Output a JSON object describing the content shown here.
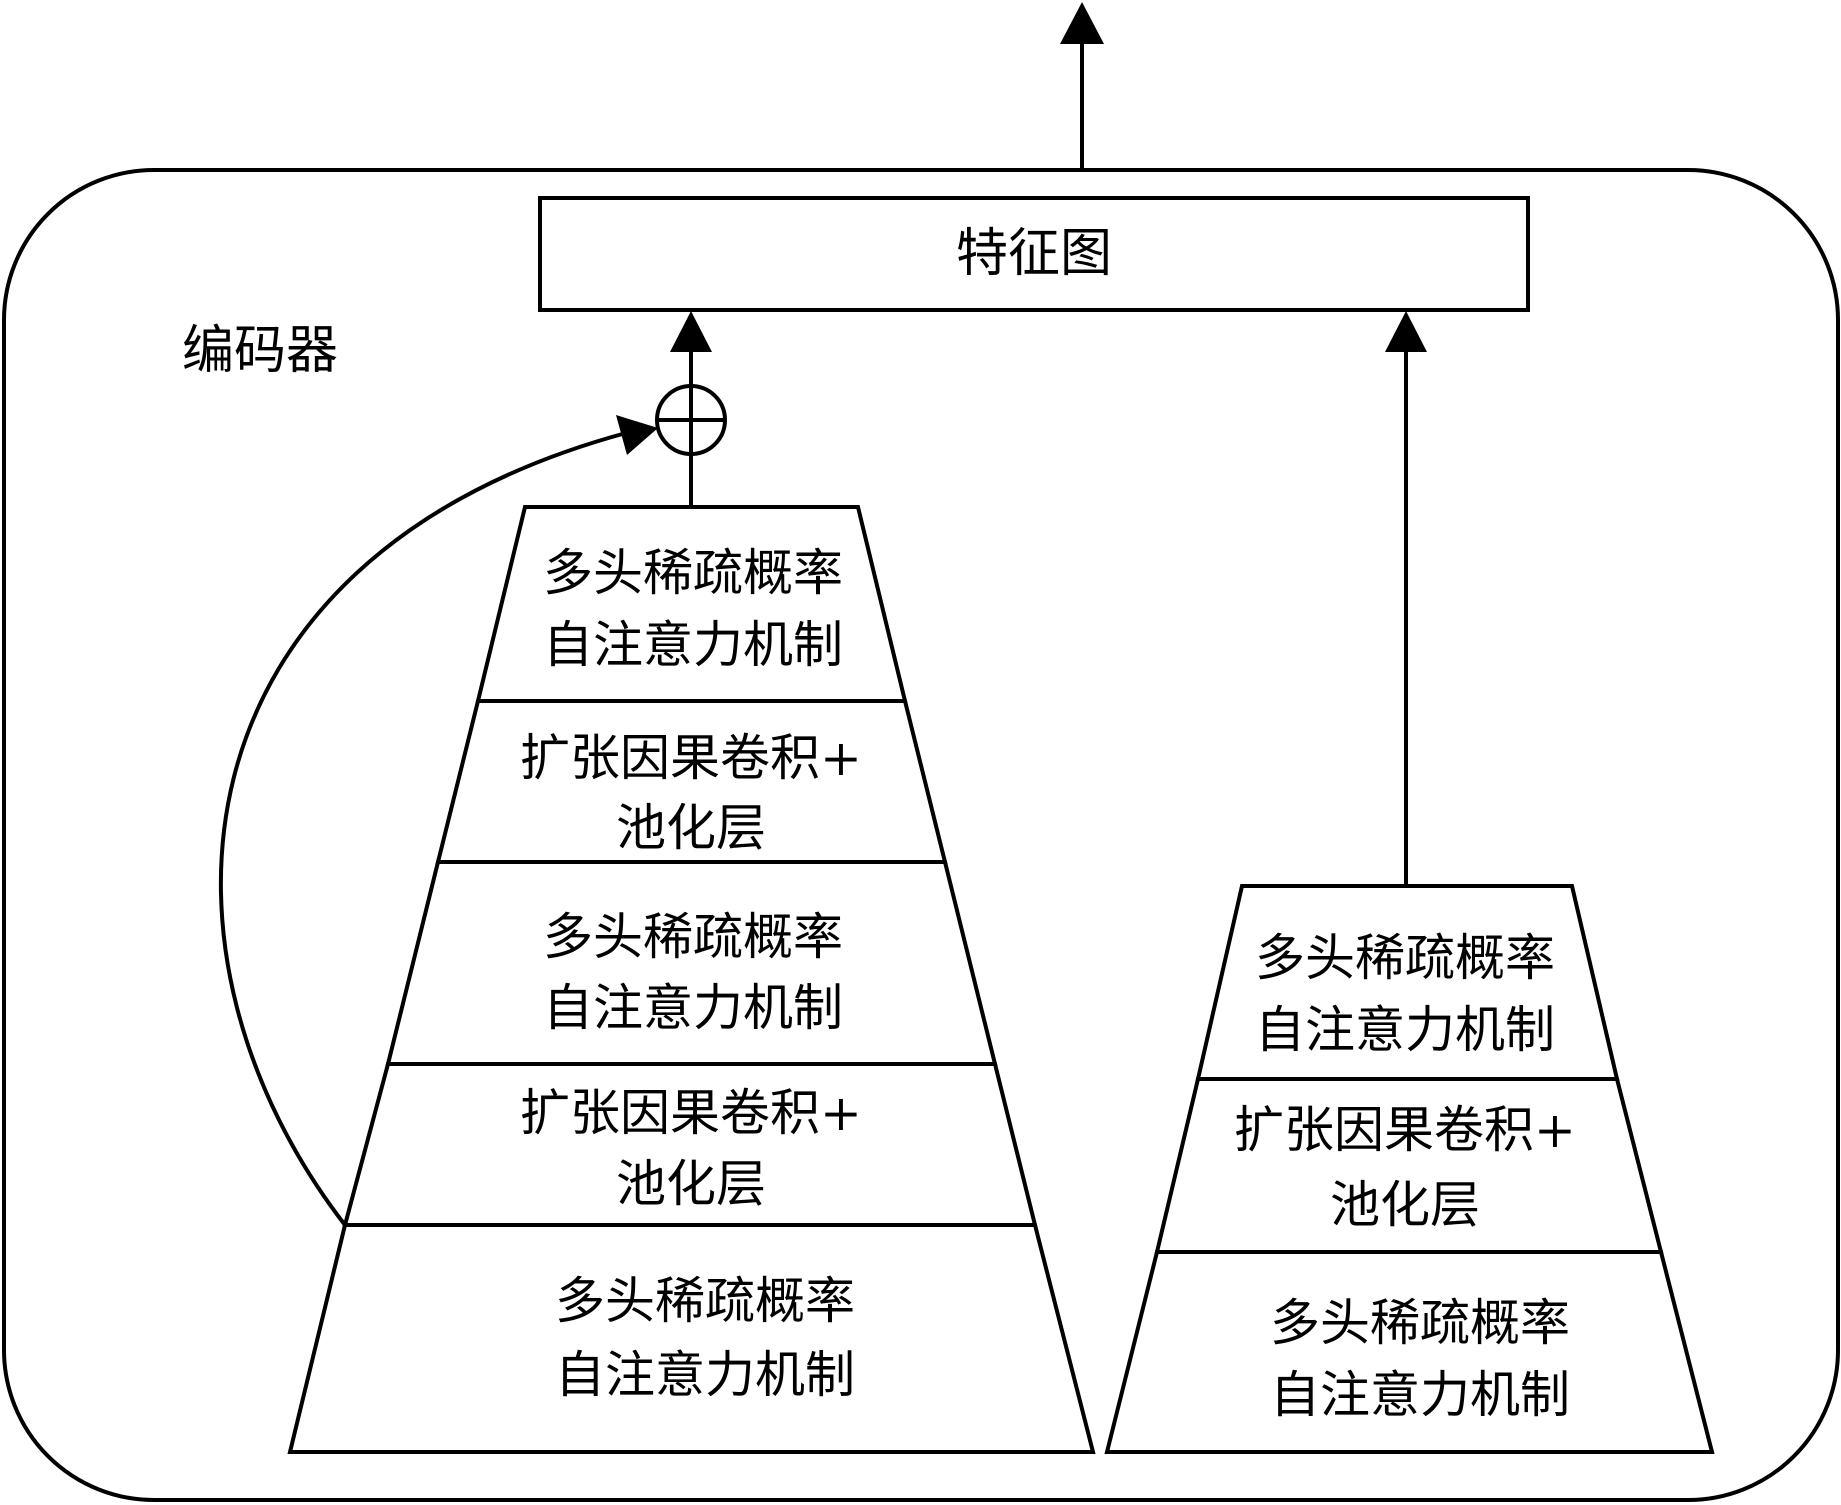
{
  "encoder": {
    "title": "编码器"
  },
  "feature_map": {
    "label": "特征图"
  },
  "left_stack": {
    "layers": [
      {
        "line1": "多头稀疏概率",
        "line2": "自注意力机制"
      },
      {
        "line1": "扩张因果卷积+",
        "line2": "池化层"
      },
      {
        "line1": "多头稀疏概率",
        "line2": "自注意力机制"
      },
      {
        "line1": "扩张因果卷积+",
        "line2": "池化层"
      },
      {
        "line1": "多头稀疏概率",
        "line2": "自注意力机制"
      }
    ]
  },
  "right_stack": {
    "layers": [
      {
        "line1": "多头稀疏概率",
        "line2": "自注意力机制"
      },
      {
        "line1": "扩张因果卷积+",
        "line2": "池化层"
      },
      {
        "line1": "多头稀疏概率",
        "line2": "自注意力机制"
      }
    ]
  },
  "icons": {
    "sum_node": "circle-plus-icon"
  }
}
